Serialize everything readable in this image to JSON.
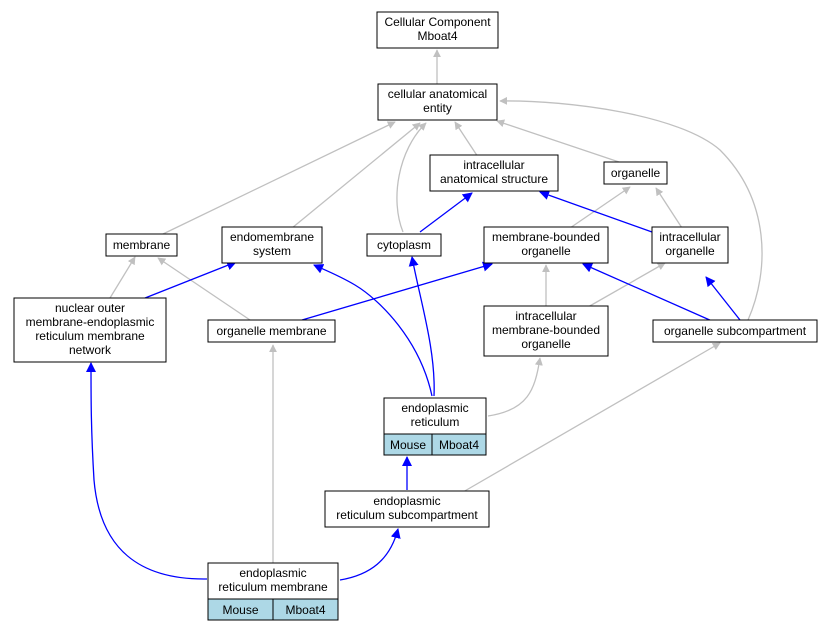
{
  "colors": {
    "is_a_edge": "#c0c0c0",
    "part_of_edge": "#0000ff",
    "annotation_tag": "#add8e6",
    "node_border": "#000000",
    "node_fill": "#ffffff"
  },
  "nodes": {
    "root": {
      "lines": [
        "Cellular Component",
        "Mboat4"
      ]
    },
    "cae": {
      "lines": [
        "cellular anatomical",
        "entity"
      ]
    },
    "ias": {
      "lines": [
        "intracellular",
        "anatomical structure"
      ]
    },
    "org": {
      "lines": [
        "organelle"
      ]
    },
    "mem": {
      "lines": [
        "membrane"
      ]
    },
    "endo": {
      "lines": [
        "endomembrane",
        "system"
      ]
    },
    "cyto": {
      "lines": [
        "cytoplasm"
      ]
    },
    "mbo": {
      "lines": [
        "membrane-bounded",
        "organelle"
      ]
    },
    "ico": {
      "lines": [
        "intracellular",
        "organelle"
      ]
    },
    "nuc": {
      "lines": [
        "nuclear outer",
        "membrane-endoplasmic",
        "reticulum membrane",
        "network"
      ]
    },
    "orgm": {
      "lines": [
        "organelle membrane"
      ]
    },
    "imbo": {
      "lines": [
        "intracellular",
        "membrane-bounded",
        "organelle"
      ]
    },
    "osub": {
      "lines": [
        "organelle subcompartment"
      ]
    },
    "er": {
      "lines": [
        "endoplasmic",
        "reticulum"
      ],
      "tags": [
        "Mouse",
        "Mboat4"
      ]
    },
    "ersub": {
      "lines": [
        "endoplasmic",
        "reticulum subcompartment"
      ]
    },
    "erm": {
      "lines": [
        "endoplasmic",
        "reticulum membrane"
      ],
      "tags": [
        "Mouse",
        "Mboat4"
      ]
    }
  }
}
